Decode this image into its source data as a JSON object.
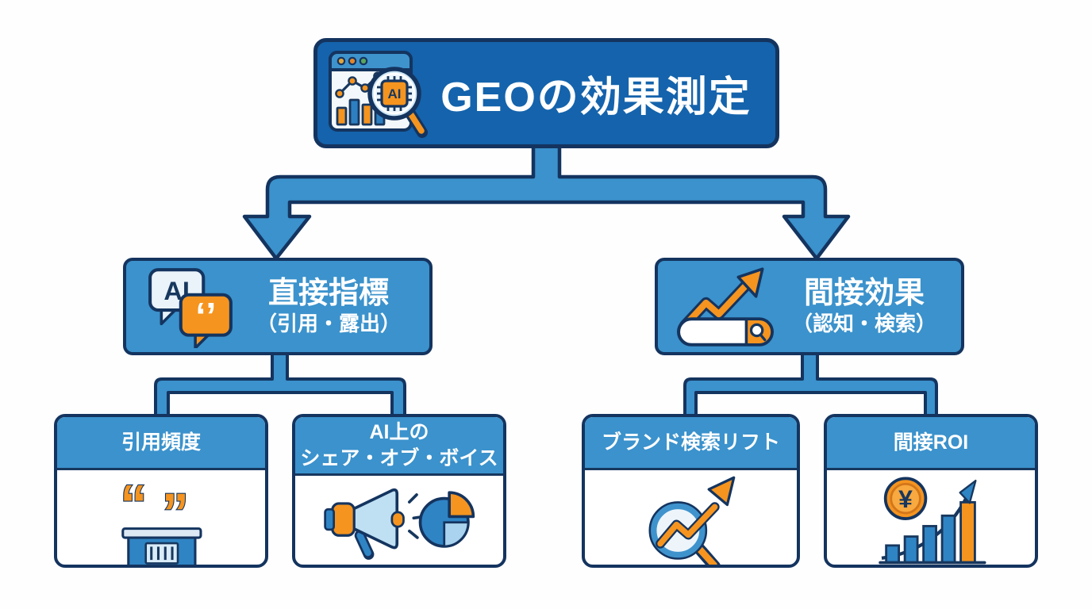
{
  "palette": {
    "deep_blue": "#1463ac",
    "medium_blue": "#3b92cc",
    "bar_blue": "#2f84c4",
    "navy_outline": "#14345f",
    "orange": "#f5941f",
    "light_blue": "#bfe0f3",
    "white": "#ffffff"
  },
  "root": {
    "title": "GEOの効果測定",
    "icon": "analytics-ai-magnifier-icon"
  },
  "branches": [
    {
      "title": "直接指標",
      "subtitle": "（引用・露出）",
      "icon": "ai-chat-quotes-icon",
      "children": [
        {
          "title_line1": "引用頻度",
          "title_line2": "",
          "icon": "quotes-tally-box-icon"
        },
        {
          "title_line1": "AI上の",
          "title_line2": "シェア・オブ・ボイス",
          "icon": "megaphone-pie-chart-icon"
        }
      ]
    },
    {
      "title": "間接効果",
      "subtitle": "（認知・検索）",
      "icon": "trend-arrow-search-bar-icon",
      "children": [
        {
          "title_line1": "ブランド検索リフト",
          "title_line2": "",
          "icon": "magnifier-trend-arrow-icon"
        },
        {
          "title_line1": "間接ROI",
          "title_line2": "",
          "icon": "yen-coin-growth-chart-icon"
        }
      ]
    }
  ],
  "icon_texts": {
    "ai_chip": "AI",
    "ai_bubble": "AI",
    "bubble_quotes": "‘’",
    "open_quote": "“",
    "close_quote": "”",
    "yen_symbol": "¥"
  }
}
